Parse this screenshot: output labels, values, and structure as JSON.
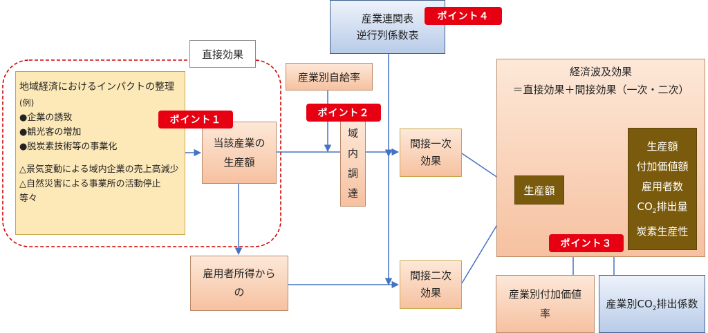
{
  "direct_effect": {
    "label": "直接効果"
  },
  "io_table": {
    "line1": "産業連関表",
    "line2": "逆行列係数表"
  },
  "self_sufficiency": {
    "label": "産業別自給率"
  },
  "impact": {
    "title": "地域経済におけるインパクトの整理",
    "example": "(例)",
    "items": [
      "●企業の誘致",
      "●観光客の増加",
      "●脱炭素技術等の事業化"
    ],
    "negatives": [
      "△景気変動による域内企業の売上高減少",
      "△自然災害による事業所の活動停止",
      "等々"
    ]
  },
  "target_output": {
    "line1": "当該産業の",
    "line2": "生産額"
  },
  "local_procurement": {
    "chars": [
      "域",
      "内",
      "調",
      "達"
    ]
  },
  "indirect1": {
    "line1": "間接一次",
    "line2": "効果"
  },
  "indirect2": {
    "line1": "間接二次",
    "line2": "効果"
  },
  "employee_income": {
    "line1": "雇用者所得から",
    "line2": "の"
  },
  "ripple": {
    "title": "経済波及効果",
    "formula": "＝直接効果＋間接効果（一次・二次）"
  },
  "production": {
    "label": "生産額"
  },
  "results": {
    "lines": [
      "生産額",
      "付加価値額",
      "雇用者数",
      "排出量",
      "炭素生産性"
    ],
    "co2_prefix": "CO",
    "co2_sub": "2"
  },
  "value_added_rate": {
    "line1": "産業別付加価値",
    "line2": "率"
  },
  "co2_factor": {
    "prefix": "産業別CO",
    "sub": "2",
    "suffix": "排出係数"
  },
  "points": {
    "p1": "ポイント１",
    "p2": "ポイント２",
    "p3": "ポイント３",
    "p4": "ポイント４"
  },
  "colors": {
    "arrow": "#4472c4",
    "dashed": "#d00000",
    "point": "#e60012"
  }
}
